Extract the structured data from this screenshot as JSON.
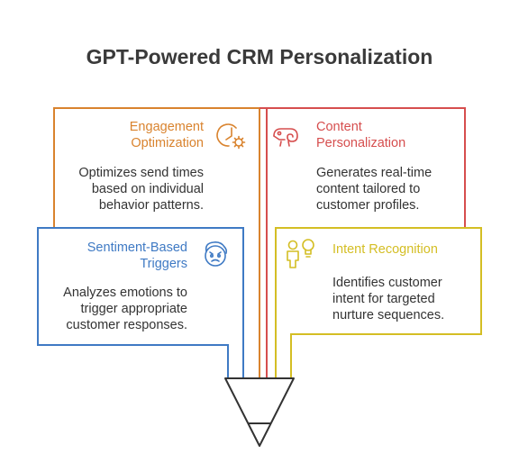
{
  "title": "GPT-Powered CRM Personalization",
  "colors": {
    "engagement": "#d9832e",
    "content": "#d64e4e",
    "sentiment": "#3f7ac4",
    "intent": "#d4be24",
    "funnel": "#333333"
  },
  "cards": {
    "engagement": {
      "heading_line1": "Engagement",
      "heading_line2": "Optimization",
      "body_line1": "Optimizes send times",
      "body_line2": "based on individual",
      "body_line3": "behavior patterns.",
      "icon": "clock-gear-icon"
    },
    "content": {
      "heading_line1": "Content",
      "heading_line2": "Personalization",
      "body_line1": "Generates real-time",
      "body_line2": "content tailored to",
      "body_line3": "customer profiles.",
      "icon": "chameleon-icon"
    },
    "sentiment": {
      "heading_line1": "Sentiment-Based",
      "heading_line2": "Triggers",
      "body_line1": "Analyzes emotions to",
      "body_line2": "trigger appropriate",
      "body_line3": "customer responses.",
      "icon": "face-emotion-icon"
    },
    "intent": {
      "heading_line1": "Intent Recognition",
      "body_line1": "Identifies customer",
      "body_line2": "intent for targeted",
      "body_line3": "nurture sequences.",
      "icon": "person-idea-icon"
    }
  }
}
